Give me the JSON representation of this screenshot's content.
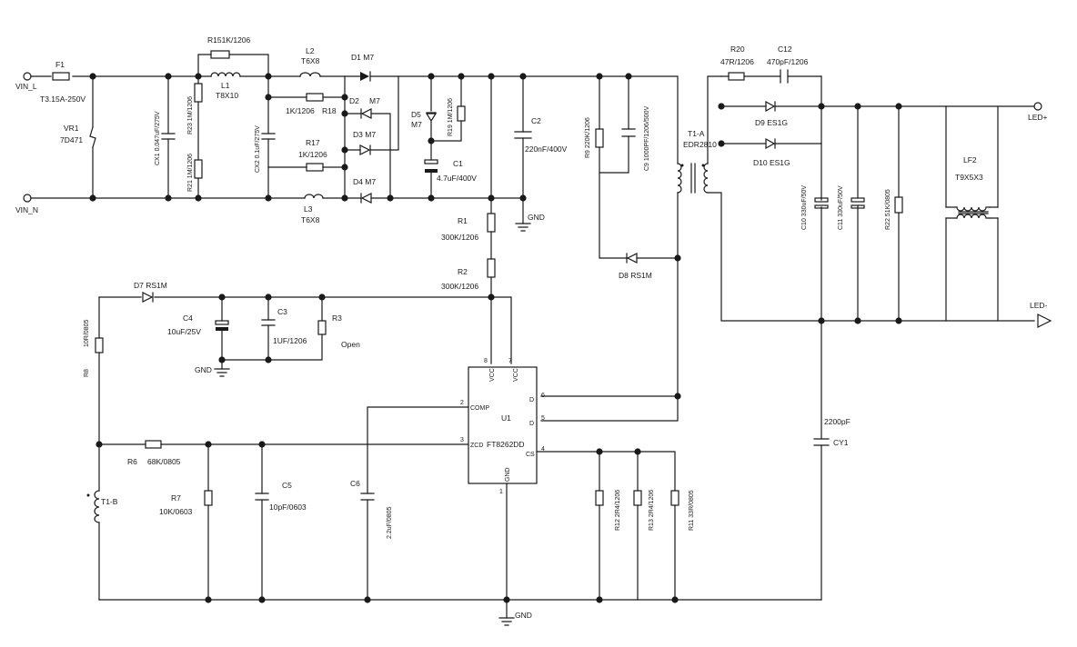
{
  "inputs": {
    "line": "VIN_L",
    "neutral": "VIN_N"
  },
  "outputs": {
    "plus": "LED+",
    "minus": "LED-"
  },
  "grounds": {
    "top": "GND",
    "left": "GND",
    "bottom": "GND"
  },
  "components": {
    "F1": {
      "ref": "F1",
      "value": "T3.15A-250V"
    },
    "VR1": {
      "ref": "VR1",
      "value": "7D471"
    },
    "CX1": {
      "ref": "CX1",
      "value": "0.047uF/275V"
    },
    "R23": {
      "ref": "R23",
      "value": "1M/1206"
    },
    "R21": {
      "ref": "R21",
      "value": "1M/1206"
    },
    "R15": {
      "ref": "R15",
      "value": "1K/1206"
    },
    "L1": {
      "ref": "L1",
      "value": "T8X10"
    },
    "CX2": {
      "ref": "CX2",
      "value": "0.1uF/275V"
    },
    "L2": {
      "ref": "L2",
      "value": "T6X8"
    },
    "L3": {
      "ref": "L3",
      "value": "T6X8"
    },
    "R18": {
      "ref": "R18",
      "value": "1K/1206"
    },
    "R17": {
      "ref": "R17",
      "value": "1K/1206"
    },
    "D1": {
      "ref": "D1",
      "value": "M7"
    },
    "D2": {
      "ref": "D2",
      "value": "M7"
    },
    "D3": {
      "ref": "D3",
      "value": "M7"
    },
    "D4": {
      "ref": "D4",
      "value": "M7"
    },
    "D5": {
      "ref": "D5",
      "value": "M7"
    },
    "R19": {
      "ref": "R19",
      "value": "1M/1206"
    },
    "C1": {
      "ref": "C1",
      "value": "4.7uF/400V"
    },
    "C2": {
      "ref": "C2",
      "value": "220nF/400V"
    },
    "R1": {
      "ref": "R1",
      "value": "300K/1206"
    },
    "R2": {
      "ref": "R2",
      "value": "300K/1206"
    },
    "R9": {
      "ref": "R9",
      "value": "220K/1206"
    },
    "C9": {
      "ref": "C9",
      "value": "1000PF/1206/500V"
    },
    "D8": {
      "ref": "D8",
      "value": "RS1M"
    },
    "T1A": {
      "ref": "T1-A",
      "value": "EDR2810"
    },
    "R20": {
      "ref": "R20",
      "value": "47R/1206"
    },
    "C12": {
      "ref": "C12",
      "value": "470pF/1206"
    },
    "D9": {
      "ref": "D9",
      "value": "ES1G"
    },
    "D10": {
      "ref": "D10",
      "value": "ES1G"
    },
    "C10": {
      "ref": "C10",
      "value": "330uF/50V"
    },
    "C11": {
      "ref": "C11",
      "value": "330uF/50V"
    },
    "R22": {
      "ref": "R22",
      "value": "51K/0805"
    },
    "LF2": {
      "ref": "LF2",
      "value": "T9X5X3"
    },
    "CY1": {
      "ref": "CY1",
      "value": "2200pF"
    },
    "D7": {
      "ref": "D7",
      "value": "RS1M"
    },
    "C4": {
      "ref": "C4",
      "value": "10uF/25V"
    },
    "C3": {
      "ref": "C3",
      "value": "1UF/1206"
    },
    "R3": {
      "ref": "R3",
      "value": "Open"
    },
    "R8": {
      "ref": "R8",
      "value": "10R/0805"
    },
    "T1B": {
      "ref": "T1-B",
      "value": ""
    },
    "R6": {
      "ref": "R6",
      "value": "68K/0805"
    },
    "R7": {
      "ref": "R7",
      "value": "10K/0603"
    },
    "C5": {
      "ref": "C5",
      "value": "10pF/0603"
    },
    "C6": {
      "ref": "C6",
      "value": "2.2uF/0805"
    },
    "R12": {
      "ref": "R12",
      "value": "2R4/1206"
    },
    "R13": {
      "ref": "R13",
      "value": "2R4/1206"
    },
    "R11": {
      "ref": "R11",
      "value": "33R/0805"
    }
  },
  "ic": {
    "ref": "U1",
    "part": "FT8262DD",
    "pins": {
      "vcc8": {
        "num": "8",
        "name": "VCC"
      },
      "vcc7": {
        "num": "7",
        "name": "VCC"
      },
      "comp": {
        "num": "2",
        "name": "COMP"
      },
      "zcd": {
        "num": "3",
        "name": "ZCD"
      },
      "d6": {
        "num": "6",
        "name": "D"
      },
      "d5": {
        "num": "5",
        "name": "D"
      },
      "cs": {
        "num": "4",
        "name": "CS"
      },
      "gnd": {
        "num": "1",
        "name": "GND"
      }
    }
  }
}
